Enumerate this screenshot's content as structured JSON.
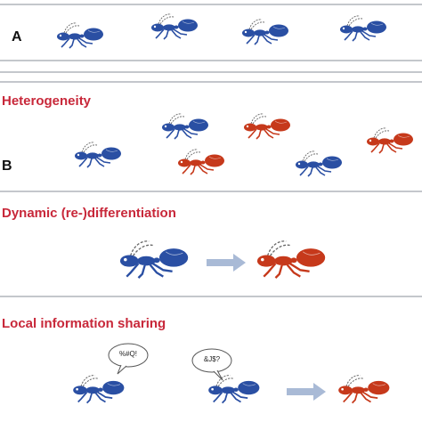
{
  "panel_labels": {
    "a": "A",
    "b": "B"
  },
  "headings": {
    "heterogeneity": "Heterogeneity",
    "dynamic": "Dynamic (re-)differentiation",
    "local": "Local information sharing"
  },
  "speech_bubbles": {
    "first": "%#Q!",
    "second": "&J$?"
  },
  "colors": {
    "ant_blue": "#2a4fa3",
    "ant_red": "#c6391b",
    "heading_red": "#c8283a",
    "arrow": "#a9bad6",
    "divider": "#c4c7cc"
  },
  "icons": [
    "ant-icon",
    "arrow-right-icon",
    "speech-bubble-icon"
  ]
}
